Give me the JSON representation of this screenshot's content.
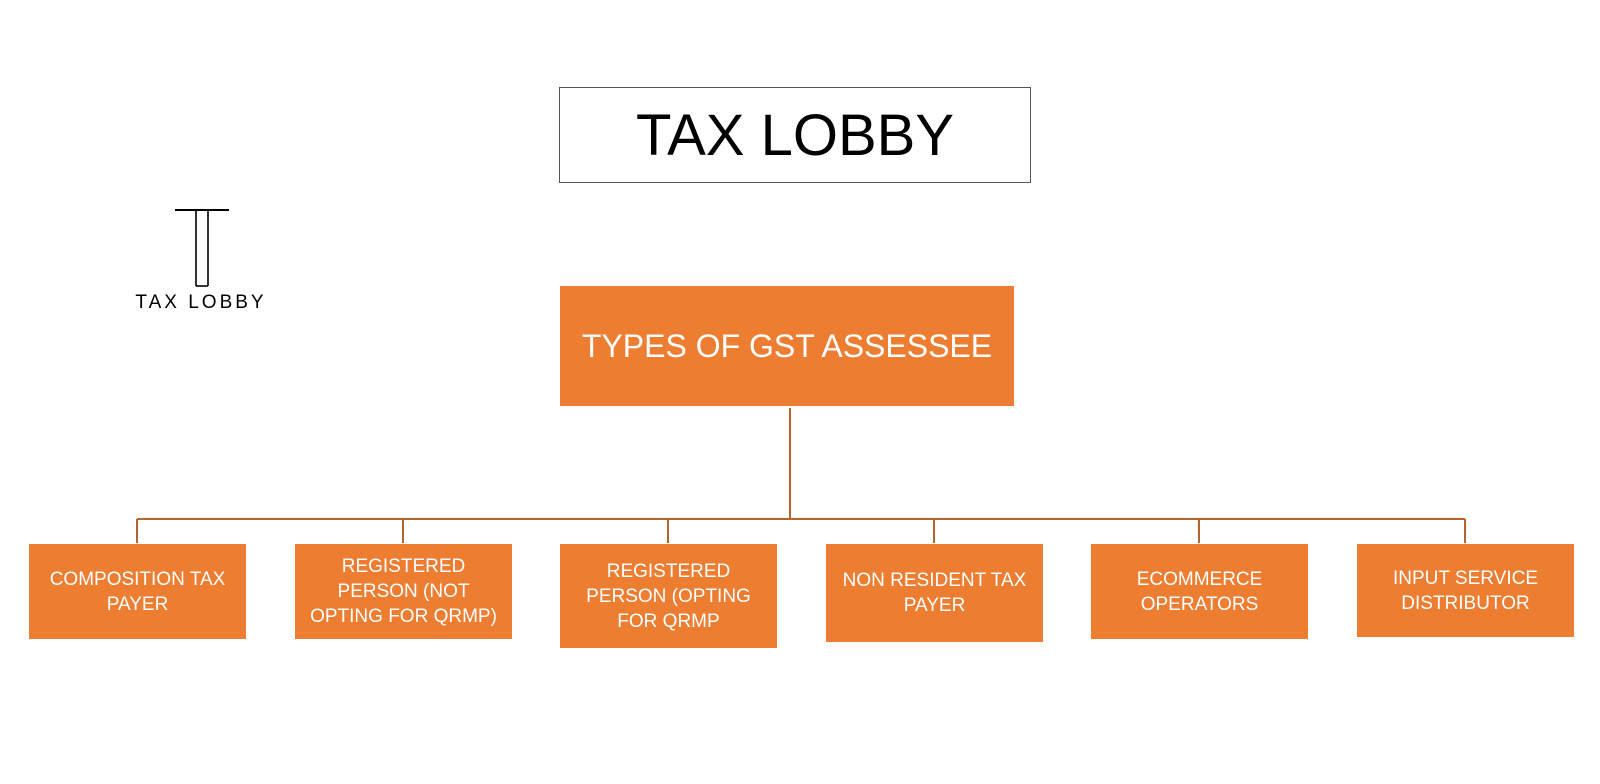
{
  "title": "TAX LOBBY",
  "logo": {
    "text": "TAX LOBBY"
  },
  "diagram": {
    "root": "TYPES OF GST ASSESSEE",
    "children": [
      "COMPOSITION TAX PAYER",
      "REGISTERED PERSON (NOT OPTING FOR QRMP)",
      "REGISTERED PERSON (OPTING FOR QRMP",
      "NON RESIDENT TAX PAYER",
      "ECOMMERCE OPERATORS",
      "INPUT SERVICE DISTRIBUTOR"
    ]
  },
  "colors": {
    "box_fill": "#ED7D31",
    "connector": "#B5652A",
    "box_text": "#FFFFFF"
  }
}
